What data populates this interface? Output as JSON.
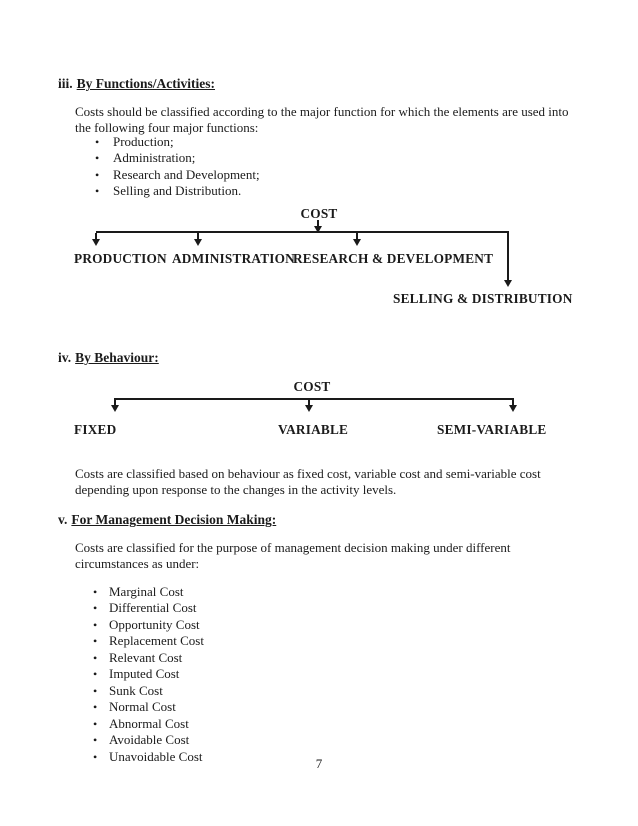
{
  "ui": {
    "bullet_glyph": "•"
  },
  "document": {
    "page_number": "7"
  },
  "section_functions": {
    "numeral": "iii.",
    "heading": "By Functions/Activities:",
    "intro_line1": "Costs should be classified according to the major function for which the elements are used into",
    "intro_line2": "the following four major functions:",
    "bullets": [
      "Production;",
      "Administration;",
      "Research and Development;",
      "Selling and Distribution."
    ],
    "diagram": {
      "root": "COST",
      "branches": [
        "PRODUCTION",
        "ADMINISTRATION",
        "RESEARCH & DEVELOPMENT",
        "SELLING & DISTRIBUTION"
      ]
    }
  },
  "section_behaviour": {
    "numeral": "iv.",
    "heading": "By Behaviour:",
    "diagram": {
      "root": "COST",
      "branches": [
        "FIXED",
        "VARIABLE",
        "SEMI-VARIABLE"
      ]
    },
    "para_line1": "Costs are classified based on behaviour as fixed cost, variable cost and semi-variable cost",
    "para_line2": "depending upon response to the changes in the activity levels."
  },
  "section_decision": {
    "numeral": "v.",
    "heading": "For Management Decision Making:",
    "intro_line1": "Costs are classified for the purpose of management decision making under different",
    "intro_line2": "circumstances as under:",
    "bullets": [
      "Marginal Cost",
      "Differential Cost",
      "Opportunity Cost",
      "Replacement Cost",
      "Relevant Cost",
      "Imputed Cost",
      "Sunk Cost",
      "Normal Cost",
      "Abnormal Cost",
      "Avoidable Cost",
      "Unavoidable Cost"
    ]
  }
}
